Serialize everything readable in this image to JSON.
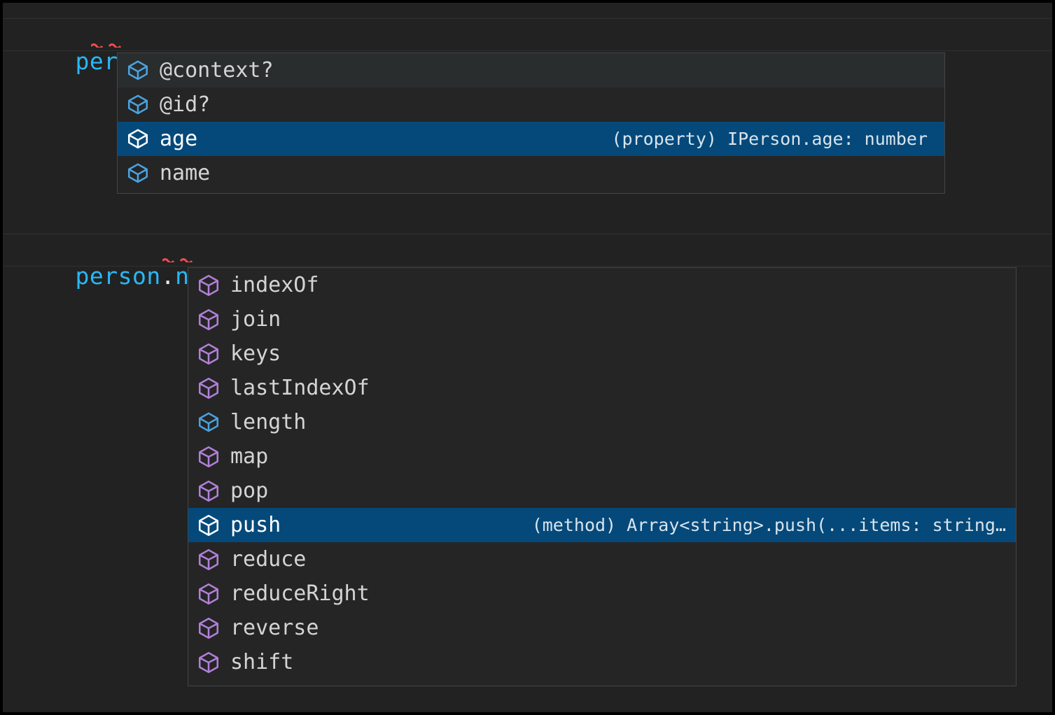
{
  "theme": {
    "editor_background": "#222222",
    "panel_background": "#252526",
    "panel_border": "#454545",
    "selected_background": "#04497a",
    "hover_background": "#2a2d2e",
    "identifier_color": "#29b8f5",
    "punctuation_color": "#e8e8e8",
    "label_color": "#d4d4d4",
    "property_icon_color": "#4aa3df",
    "method_icon_color": "#b180d7",
    "selected_icon_color": "#ffffff",
    "error_squiggle_color": "#f14c4c"
  },
  "blocks": [
    {
      "code": {
        "identifier": "person",
        "punctuation": ".;",
        "full": "person.;"
      },
      "suggest": {
        "items": [
          {
            "label": "@context?",
            "icon": "property-cube-icon",
            "icon_kind": "property",
            "state": "hover",
            "detail": ""
          },
          {
            "label": "@id?",
            "icon": "property-cube-icon",
            "icon_kind": "property",
            "state": "normal",
            "detail": ""
          },
          {
            "label": "age",
            "icon": "property-cube-icon",
            "icon_kind": "property",
            "state": "selected",
            "detail": "(property) IPerson.age: number"
          },
          {
            "label": "name",
            "icon": "property-cube-icon",
            "icon_kind": "property",
            "state": "normal",
            "detail": ""
          }
        ]
      }
    },
    {
      "code": {
        "identifier_one": "person",
        "dot_one": ".",
        "identifier_two": "name",
        "punctuation": ".;",
        "full": "person.name.;"
      },
      "suggest": {
        "items": [
          {
            "label": "indexOf",
            "icon": "method-cube-icon",
            "icon_kind": "method",
            "state": "normal",
            "detail": ""
          },
          {
            "label": "join",
            "icon": "method-cube-icon",
            "icon_kind": "method",
            "state": "normal",
            "detail": ""
          },
          {
            "label": "keys",
            "icon": "method-cube-icon",
            "icon_kind": "method",
            "state": "normal",
            "detail": ""
          },
          {
            "label": "lastIndexOf",
            "icon": "method-cube-icon",
            "icon_kind": "method",
            "state": "normal",
            "detail": ""
          },
          {
            "label": "length",
            "icon": "property-cube-icon",
            "icon_kind": "property",
            "state": "normal",
            "detail": ""
          },
          {
            "label": "map",
            "icon": "method-cube-icon",
            "icon_kind": "method",
            "state": "normal",
            "detail": ""
          },
          {
            "label": "pop",
            "icon": "method-cube-icon",
            "icon_kind": "method",
            "state": "normal",
            "detail": ""
          },
          {
            "label": "push",
            "icon": "method-cube-icon",
            "icon_kind": "method",
            "state": "selected",
            "detail": "(method) Array<string>.push(...items: string…"
          },
          {
            "label": "reduce",
            "icon": "method-cube-icon",
            "icon_kind": "method",
            "state": "normal",
            "detail": ""
          },
          {
            "label": "reduceRight",
            "icon": "method-cube-icon",
            "icon_kind": "method",
            "state": "normal",
            "detail": ""
          },
          {
            "label": "reverse",
            "icon": "method-cube-icon",
            "icon_kind": "method",
            "state": "normal",
            "detail": ""
          },
          {
            "label": "shift",
            "icon": "method-cube-icon",
            "icon_kind": "method",
            "state": "normal",
            "detail": ""
          }
        ]
      }
    }
  ]
}
